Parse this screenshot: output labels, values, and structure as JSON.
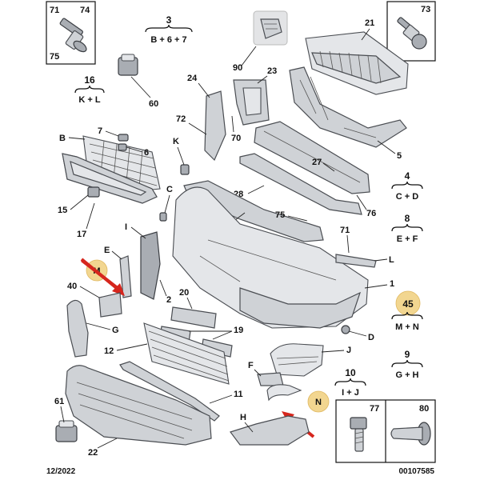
{
  "footer": {
    "date": "12/2022",
    "ref": "00107585"
  },
  "boxes": {
    "top_left": [
      "71",
      "74",
      "75"
    ],
    "top_right": [
      "73"
    ],
    "bottom_right": [
      "77",
      "80"
    ]
  },
  "groups": {
    "g3": {
      "num": "3",
      "letters": "B + 6 + 7"
    },
    "g16": {
      "num": "16",
      "letters": "K + L"
    },
    "g4": {
      "num": "4",
      "letters": "C + D"
    },
    "g8": {
      "num": "8",
      "letters": "E + F"
    },
    "g45": {
      "num": "45",
      "letters": "M + N"
    },
    "g9": {
      "num": "9",
      "letters": "G + H"
    },
    "g10": {
      "num": "10",
      "letters": "I + J"
    }
  },
  "labels": {
    "n90": "90",
    "n21": "21",
    "n24": "24",
    "n23": "23",
    "n60": "60",
    "n72": "72",
    "n70a": "70",
    "n5": "5",
    "n7": "7",
    "nB": "B",
    "n6": "6",
    "nK": "K",
    "n27": "27",
    "nC": "C",
    "n28": "28",
    "n76": "76",
    "n15": "15",
    "n17": "17",
    "n26": "26",
    "n75": "75",
    "nI": "I",
    "n71": "71",
    "nE": "E",
    "n70b": "70",
    "nL": "L",
    "nM": "M",
    "n40": "40",
    "n2": "2",
    "n20": "20",
    "n1": "1",
    "nG": "G",
    "n19": "19",
    "nD": "D",
    "n12": "12",
    "nJ": "J",
    "nF": "F",
    "n11": "11",
    "nN": "N",
    "n61": "61",
    "nH": "H",
    "n22": "22"
  },
  "colors": {
    "callout": "#f2d690",
    "arrow": "#d6261d"
  }
}
